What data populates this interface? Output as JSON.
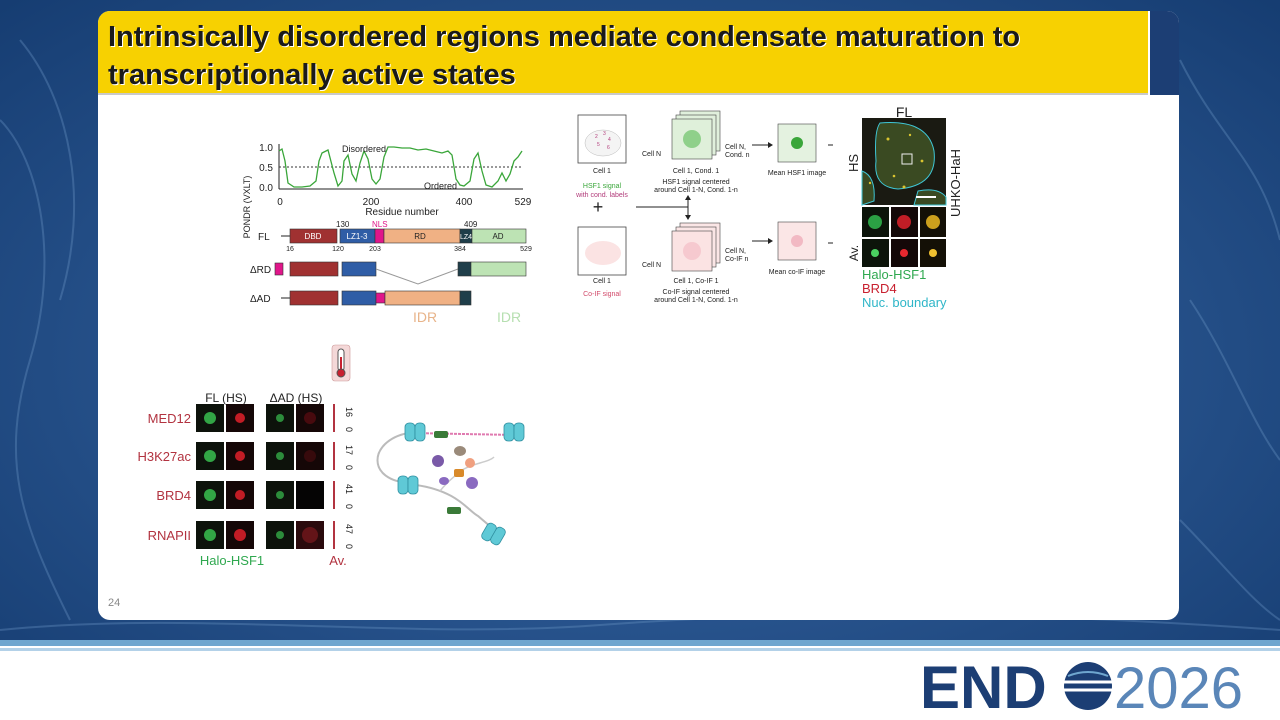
{
  "slide": {
    "title": "Intrinsically disordered regions mediate condensate maturation to transcriptionally active states",
    "page_number": "24"
  },
  "disorder_plot": {
    "ylabel": "PONDR (VXLT)",
    "xlabel": "Residue number",
    "yticks": [
      "1.0",
      "0.5",
      "0.0"
    ],
    "xticks": [
      "0",
      "200",
      "400",
      "529"
    ],
    "label_disordered": "Disordered",
    "label_ordered": "Ordered"
  },
  "domain_map": {
    "row_fl": "FL",
    "row_drd": "ΔRD",
    "row_dad": "ΔAD",
    "dbd": "DBD",
    "lz13": "LZ1-3",
    "nls": "NLS",
    "rd": "RD",
    "lz4": "LZ4",
    "ad": "AD",
    "pos_16": "16",
    "pos_120": "120",
    "pos_130": "130",
    "pos_203": "203",
    "pos_384": "384",
    "pos_409": "409",
    "pos_529": "529",
    "idr_left": "IDR",
    "idr_right": "IDR"
  },
  "workflow": {
    "cell1_top": "Cell 1",
    "hsf1_signal": "HSF1 signal",
    "with_cond_labels": "with cond. labels",
    "cellN_top": "Cell N",
    "cell1_cond1": "Cell 1, Cond. 1",
    "cellN_condn_a": "Cell N,",
    "cellN_condn_b": "Cond. n",
    "hsf1_centered_a": "HSF1 signal centered",
    "hsf1_centered_b": "around Cell 1-N, Cond. 1-n",
    "mean_hsf1": "Mean HSF1 image",
    "plus": "+",
    "cell1_bottom": "Cell 1",
    "coif_signal": "Co-IF signal",
    "cellN_bottom": "Cell N",
    "cell1_coif1": "Cell 1, Co-IF 1",
    "cellN_coifn_a": "Cell N,",
    "cellN_coifn_b": "Co-IF n",
    "coif_centered_a": "Co-IF signal centered",
    "coif_centered_b": "around Cell 1-N, Cond. 1-n",
    "mean_coif": "Mean co-IF image"
  },
  "microscopy": {
    "fl": "FL",
    "hs": "HS",
    "av": "Av.",
    "cell_line": "UHKO-HaH",
    "legend_halo": "Halo-HSF1",
    "legend_brd4": "BRD4",
    "legend_nuc": "Nuc. boundary"
  },
  "coloc_panel": {
    "col_fl": "FL (HS)",
    "col_dad": "ΔAD (HS)",
    "rows": [
      "MED12",
      "H3K27ac",
      "BRD4",
      "RNAPII"
    ],
    "scale_max": [
      "16",
      "17",
      "41",
      "47"
    ],
    "scale_min": [
      "0",
      "0",
      "0",
      "0"
    ],
    "footer_halo": "Halo-HSF1",
    "footer_av": "Av."
  },
  "colors": {
    "title_bar": "#f7d101",
    "accent_navy": "#1c3e74",
    "disorder_line": "#3aa63a",
    "dbd": "#a03131",
    "lz": "#2f5da6",
    "nls": "#e0168a",
    "rd": "#f0b184",
    "lz4": "#1f3e4a",
    "ad": "#bde3b4",
    "row_label": "#b23340",
    "idr_rd": "#e8b48a",
    "idr_ad": "#b6dfb0",
    "halo_green": "#2fa84f",
    "brd4_red": "#c8202f",
    "nuc_cyan": "#2fb6c8"
  },
  "logo": {
    "text_left": "END",
    "text_right": "2026"
  }
}
